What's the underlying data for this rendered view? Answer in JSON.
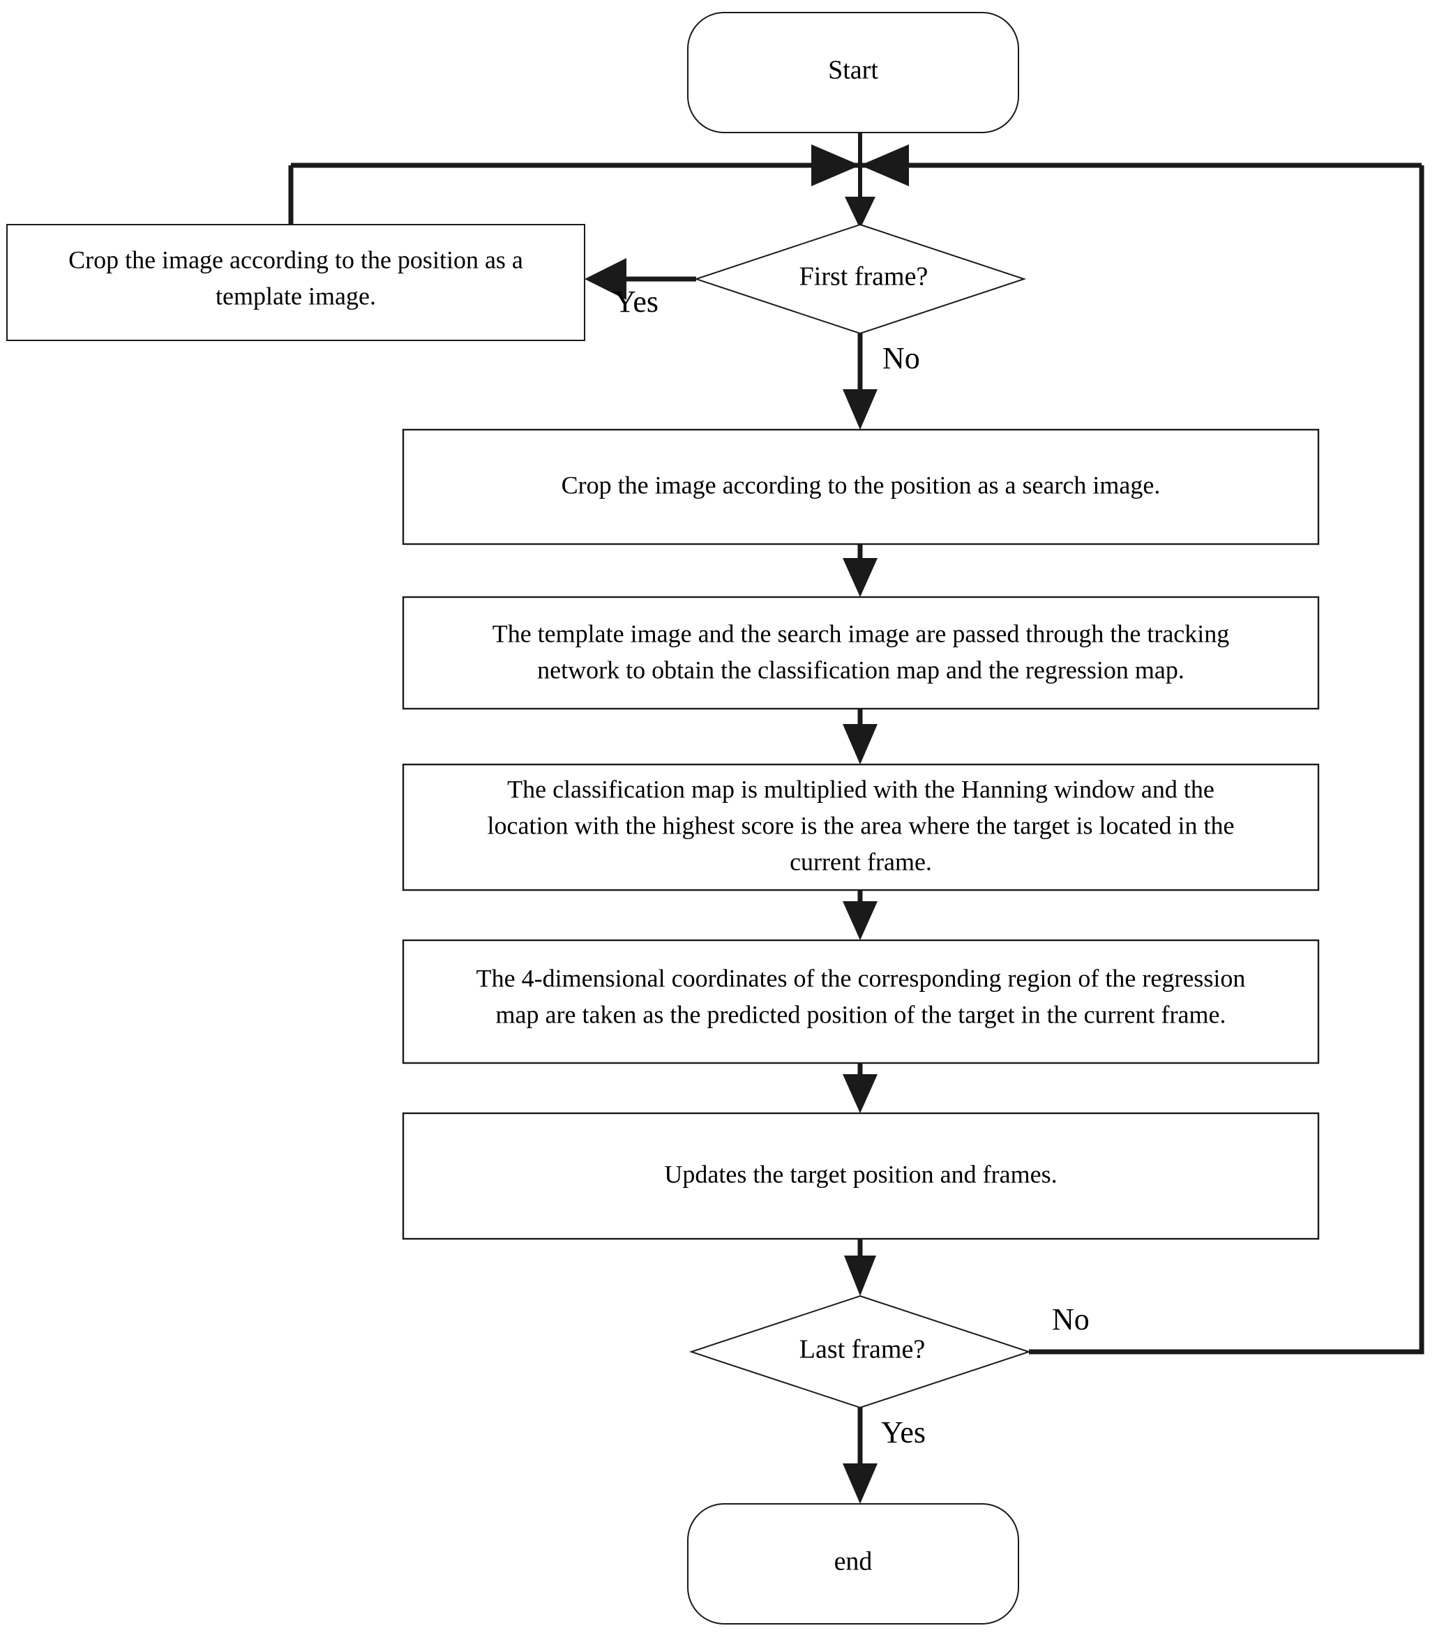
{
  "diagram": {
    "type": "flowchart",
    "title": "Tracking algorithm flowchart",
    "colors": {
      "background": "#ffffff",
      "stroke": "#1a1a1a",
      "text": "#000000",
      "node_fill": "#ffffff"
    },
    "nodes": {
      "start": {
        "shape": "rounded-terminal",
        "label": "Start"
      },
      "first_frame_decision": {
        "shape": "diamond",
        "label": "First frame?"
      },
      "crop_template": {
        "shape": "rectangle",
        "line1": "Crop the image according to the position as a",
        "line2": "template image."
      },
      "crop_search": {
        "shape": "rectangle",
        "line1": "Crop the image according to the position as a search image."
      },
      "tracking_network": {
        "shape": "rectangle",
        "line1": "The template image and the search image are passed through the tracking",
        "line2": "network to obtain the classification map and the regression map."
      },
      "hanning_window": {
        "shape": "rectangle",
        "line1": "The classification map is multiplied with the Hanning window and the",
        "line2": "location with the highest score is the area where the target is located in the",
        "line3": "current frame."
      },
      "regression_coords": {
        "shape": "rectangle",
        "line1": "The 4-dimensional coordinates of the corresponding region of the regression",
        "line2": "map are taken as the predicted position of the target in the current frame."
      },
      "update_position": {
        "shape": "rectangle",
        "line1": "Updates the target position and frames."
      },
      "last_frame_decision": {
        "shape": "diamond",
        "label": "Last frame?"
      },
      "end": {
        "shape": "rounded-terminal",
        "label": "end"
      }
    },
    "edge_labels": {
      "first_frame_yes": "Yes",
      "first_frame_no": "No",
      "last_frame_no": "No",
      "last_frame_yes": "Yes"
    }
  }
}
